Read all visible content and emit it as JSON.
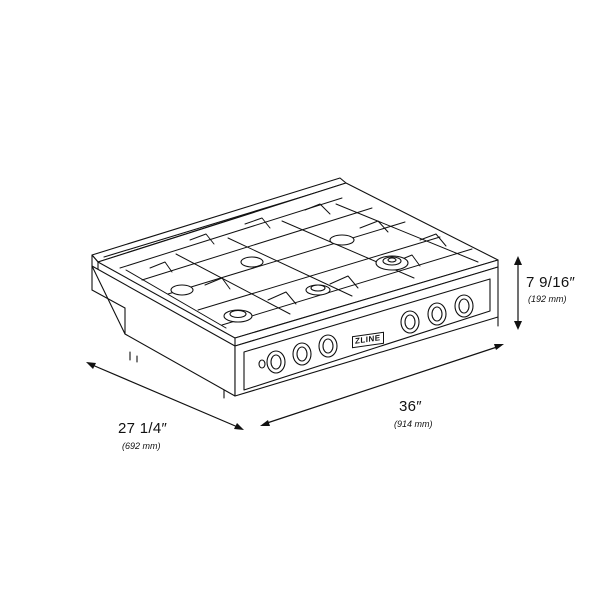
{
  "brand": "ZLINE",
  "dimensions": {
    "width": {
      "label": "36″",
      "metric": "(914 mm)"
    },
    "depth": {
      "label": "27 1/4″",
      "metric": "(692 mm)"
    },
    "height": {
      "label": "7 9/16″",
      "metric": "(192 mm)"
    }
  },
  "colors": {
    "line": "#111111",
    "background": "#ffffff",
    "accent": "#d9d9d9"
  }
}
